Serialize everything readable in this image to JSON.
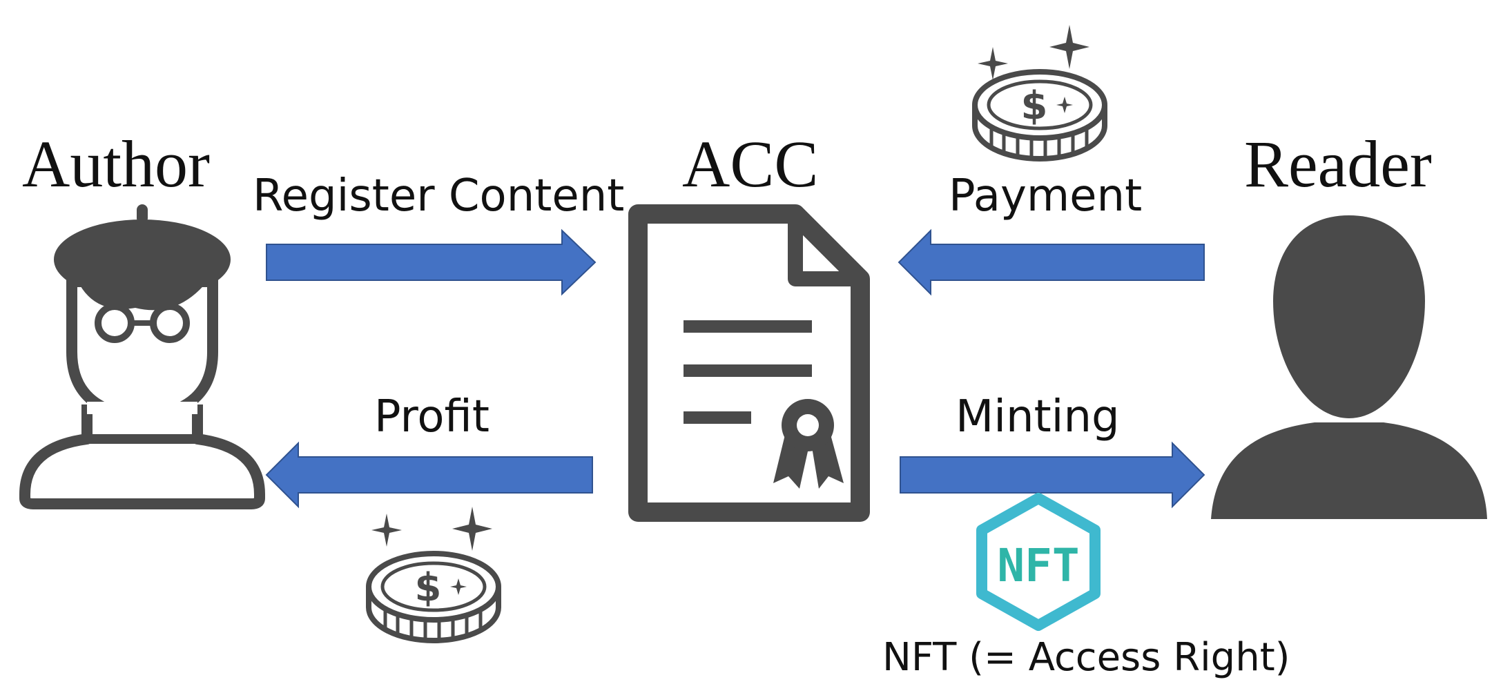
{
  "actors": {
    "author": "Author",
    "contract": "ACC",
    "reader": "Reader"
  },
  "flows": {
    "register_content": "Register Content",
    "payment": "Payment",
    "profit": "Profit",
    "minting": "Minting"
  },
  "nft": {
    "logo_text": "NFT",
    "caption": "NFT (= Access Right)"
  },
  "colors": {
    "arrow": "#4472C4",
    "arrow_outline": "#2F528F",
    "icon": "#4a4a4a",
    "nft_logo": "#3fb9cf"
  },
  "icons": [
    "author-icon",
    "document-certificate-icon",
    "reader-icon",
    "coin-icon",
    "nft-logo-icon",
    "arrow-right-icon",
    "arrow-left-icon"
  ]
}
